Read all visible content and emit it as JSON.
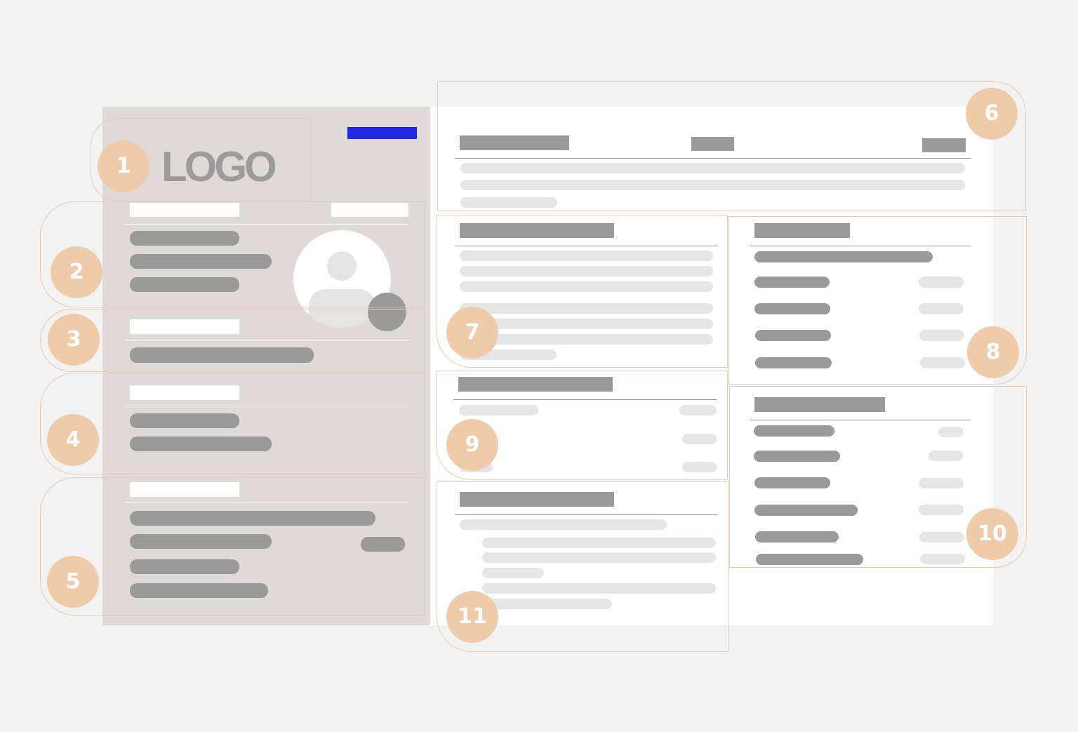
{
  "logo": {
    "text": "LOGO"
  },
  "colors": {
    "background": "#f2f2f2",
    "sidebar_background": "#dfdad7",
    "content_background": "#ffffff",
    "accent": "#1f2ae0",
    "callout": "#f0cba9",
    "placeholder_dark": "#9a9a9a",
    "placeholder_light": "#e6e6e6"
  },
  "avatar": {
    "icon": "user-avatar-icon"
  },
  "callouts": [
    "1",
    "2",
    "3",
    "4",
    "5",
    "6",
    "7",
    "8",
    "9",
    "10",
    "11"
  ]
}
